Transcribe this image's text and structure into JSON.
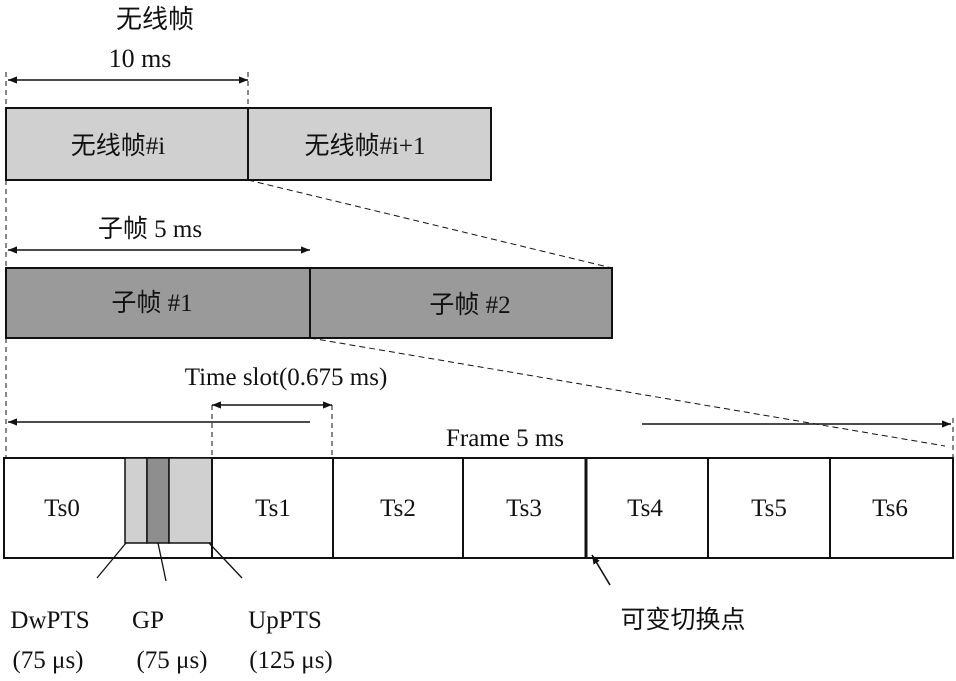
{
  "radio_frame": {
    "title": "无线帧",
    "duration": "10 ms",
    "frames": [
      "无线帧#i",
      "无线帧#i+1"
    ]
  },
  "subframe": {
    "duration": "子帧 5 ms",
    "frames": [
      "子帧 #1",
      "子帧 #2"
    ]
  },
  "timeslot": {
    "duration": "Time slot(0.675 ms)",
    "frame_duration": "Frame 5 ms",
    "slots": [
      "Ts0",
      "Ts1",
      "Ts2",
      "Ts3",
      "Ts4",
      "Ts5",
      "Ts6"
    ]
  },
  "special_fields": [
    {
      "name": "DwPTS",
      "duration": "(75 μs)"
    },
    {
      "name": "GP",
      "duration": "(75 μs)"
    },
    {
      "name": "UpPTS",
      "duration": "(125 μs)"
    }
  ],
  "switch_point_label": "可变切换点",
  "colors": {
    "light_fill": "#d0d0d0",
    "dark_fill": "#9a9a9a",
    "gp_fill": "#8e8e8e",
    "stroke": "#111111"
  }
}
